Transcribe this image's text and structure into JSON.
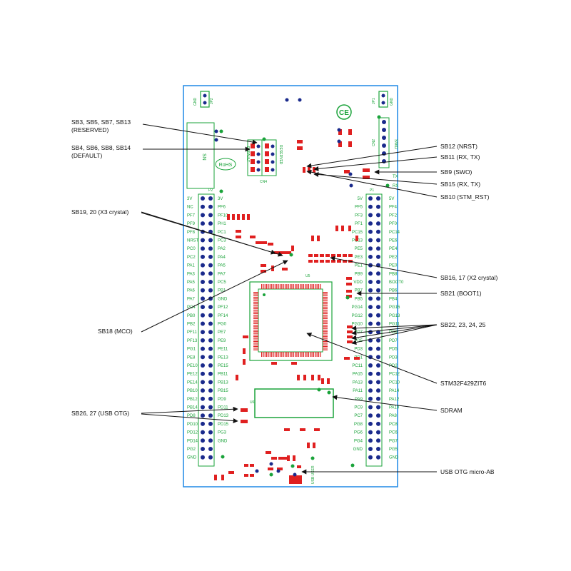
{
  "board": {
    "connector_left": "P2",
    "connector_right": "P1",
    "jp2": "JP2",
    "jp1": "JP1",
    "ce_mark": "CE",
    "rohs": "RoHS",
    "sn_label": "SN",
    "gnd": "GND",
    "swd": "SWD",
    "cn2": "CN2",
    "default_label": "DEFAULT",
    "reserved_label": "RESERVED",
    "cn4": "CN4",
    "usb_user": "USB USER",
    "mcu_ref": "U5",
    "sdram_ref": "U6",
    "tx": "TX",
    "rx": "RX",
    "left_outer_pins": [
      "3V",
      "NC",
      "PF7",
      "PF9",
      "PF8",
      "NRST",
      "PC0",
      "PC2",
      "PA1",
      "PA3",
      "PA5",
      "PA6",
      "PA7",
      "PC4",
      "PB0",
      "PB2",
      "PF11",
      "PF13",
      "PG1",
      "PE8",
      "PE10",
      "PE12",
      "PE14",
      "PB10",
      "PB12",
      "PB14",
      "PD8",
      "PD10",
      "PD12",
      "PD14",
      "PG2",
      "GND"
    ],
    "left_inner_pins": [
      "3V",
      "PF6",
      "PF10",
      "PH1",
      "PC1",
      "PC3",
      "PA2",
      "PA4",
      "PA5",
      "PA7",
      "PC5",
      "PB1",
      "GND",
      "PF12",
      "PF14",
      "PG0",
      "PE7",
      "PE9",
      "PE11",
      "PE13",
      "PE15",
      "PB11",
      "PB13",
      "PB15",
      "PD9",
      "PD11",
      "PD13",
      "PD15",
      "PG3",
      "GND"
    ],
    "right_inner_pins": [
      "5V",
      "PF5",
      "PF3",
      "PF1",
      "PC15",
      "PC13",
      "PE5",
      "PE3",
      "PE1",
      "PB9",
      "VDD",
      "PB7",
      "PB5",
      "PG14",
      "PG12",
      "PG10",
      "PD7",
      "PD5",
      "PD3",
      "PD1",
      "PC11",
      "PA15",
      "PA13",
      "PA11",
      "PA9",
      "PC9",
      "PC7",
      "PG8",
      "PG6",
      "PG4",
      "GND"
    ],
    "right_outer_pins": [
      "5V",
      "PF4",
      "PF2",
      "PF0",
      "PC14",
      "PE6",
      "PE4",
      "PE2",
      "PE0",
      "PB8",
      "BOOT0",
      "PB6",
      "PB4",
      "PG15",
      "PG13",
      "PG11",
      "PG9",
      "PD7",
      "PD5",
      "PD3",
      "PD2",
      "PC12",
      "PC10",
      "PA14",
      "PA12",
      "PA10",
      "PA8",
      "PC8",
      "PC6",
      "PG7",
      "PG5",
      "GND"
    ]
  },
  "callouts": {
    "sb3_reserved": [
      "SB3, SB5, SB7, SB13",
      "(RESERVED)"
    ],
    "sb4_default": [
      "SB4, SB6, SB8, SB14",
      "(DEFAULT)"
    ],
    "sb19_20": "SB19, 20 (X3 crystal)",
    "sb18": "SB18 (MCO)",
    "sb26_27": "SB26, 27 (USB OTG)",
    "sb12": "SB12 (NRST)",
    "sb11": "SB11 (RX, TX)",
    "sb9": "SB9 (SWO)",
    "sb15": "SB15 (RX, TX)",
    "sb10": "SB10 (STM_RST)",
    "sb16_17": "SB16, 17 (X2 crystal)",
    "sb21": "SB21 (BOOT1)",
    "sb22_25": "SB22, 23, 24, 25",
    "mcu": "STM32F429ZIT6",
    "sdram": "SDRAM",
    "usb_otg": "USB OTG micro-AB"
  },
  "colors": {
    "board_outline": "#1e88e5",
    "silkscreen": "#1aa33a",
    "pad_red": "#e02020",
    "pin_blue": "#1a2a8c",
    "arrow": "#111111"
  }
}
